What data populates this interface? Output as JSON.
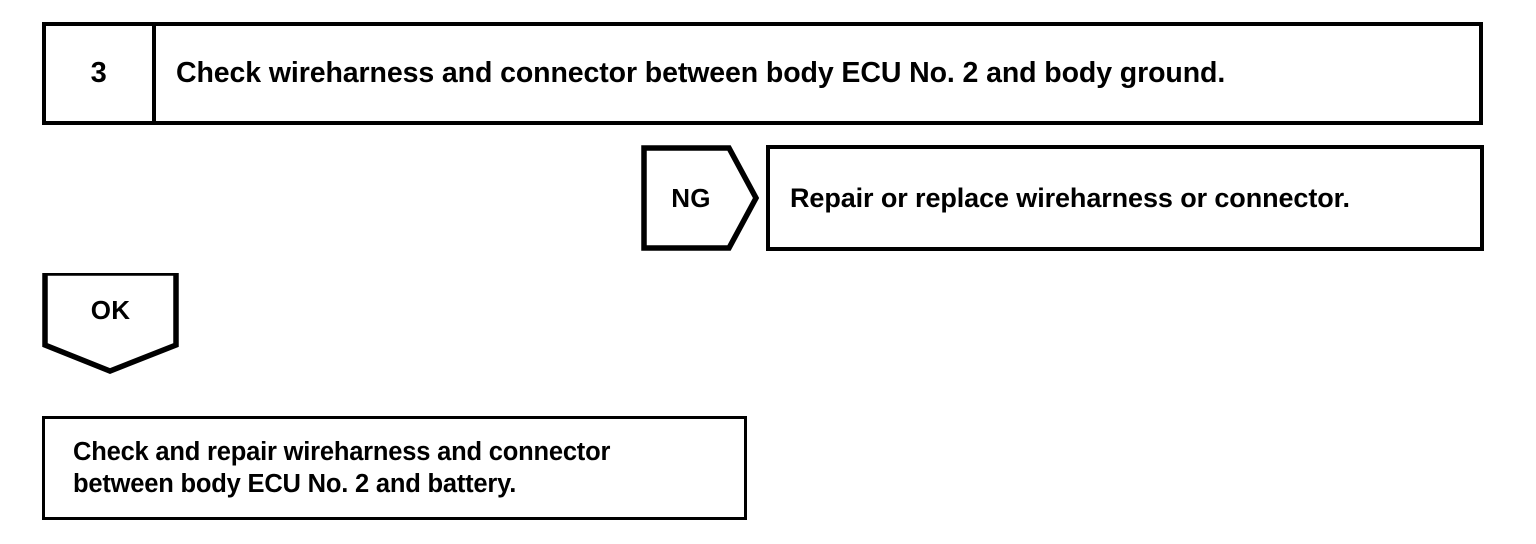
{
  "diagram": {
    "type": "troubleshooting-flowchart",
    "colors": {
      "background": "#ffffff",
      "stroke": "#000000",
      "text": "#000000"
    },
    "step": {
      "number": "3",
      "instruction": "Check wireharness and connector between body ECU No. 2 and body ground."
    },
    "branches": {
      "ng": {
        "label": "NG",
        "result": "Repair or replace wireharness or connector."
      },
      "ok": {
        "label": "OK",
        "result_lines": [
          "Check and repair wireharness and connector",
          "between body ECU No. 2 and battery."
        ]
      }
    }
  }
}
